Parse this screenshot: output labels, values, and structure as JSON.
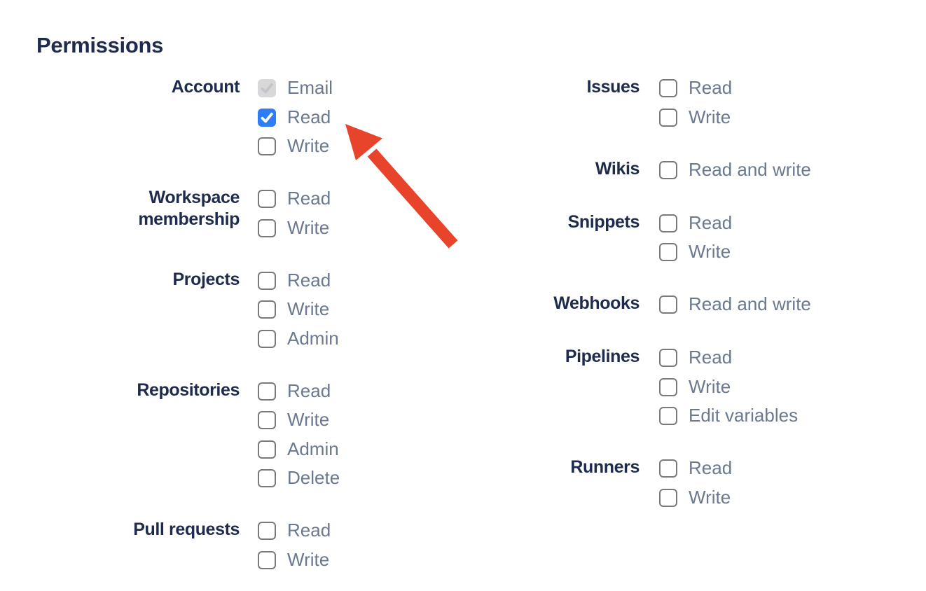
{
  "heading": "Permissions",
  "colors": {
    "heading_text": "#1E2B4D",
    "group_label_text": "#1E2B4D",
    "option_label_text": "#6A7990",
    "checkbox_border": "#7A7A7A",
    "checkbox_checked_fill": "#2E7CF6",
    "checkbox_checked_check": "#FFFFFF",
    "checkbox_disabled_fill": "#D8D8D8",
    "checkbox_disabled_check": "#C2C6CC",
    "arrow": "#E8442C"
  },
  "columns": [
    {
      "groups": [
        {
          "label": "Account",
          "options": [
            {
              "label": "Email",
              "checked": true,
              "disabled": true
            },
            {
              "label": "Read",
              "checked": true,
              "disabled": false
            },
            {
              "label": "Write",
              "checked": false,
              "disabled": false
            }
          ]
        },
        {
          "label": "Workspace membership",
          "options": [
            {
              "label": "Read",
              "checked": false,
              "disabled": false
            },
            {
              "label": "Write",
              "checked": false,
              "disabled": false
            }
          ]
        },
        {
          "label": "Projects",
          "options": [
            {
              "label": "Read",
              "checked": false,
              "disabled": false
            },
            {
              "label": "Write",
              "checked": false,
              "disabled": false
            },
            {
              "label": "Admin",
              "checked": false,
              "disabled": false
            }
          ]
        },
        {
          "label": "Repositories",
          "options": [
            {
              "label": "Read",
              "checked": false,
              "disabled": false
            },
            {
              "label": "Write",
              "checked": false,
              "disabled": false
            },
            {
              "label": "Admin",
              "checked": false,
              "disabled": false
            },
            {
              "label": "Delete",
              "checked": false,
              "disabled": false
            }
          ]
        },
        {
          "label": "Pull requests",
          "options": [
            {
              "label": "Read",
              "checked": false,
              "disabled": false
            },
            {
              "label": "Write",
              "checked": false,
              "disabled": false
            }
          ]
        }
      ]
    },
    {
      "groups": [
        {
          "label": "Issues",
          "options": [
            {
              "label": "Read",
              "checked": false,
              "disabled": false
            },
            {
              "label": "Write",
              "checked": false,
              "disabled": false
            }
          ]
        },
        {
          "label": "Wikis",
          "options": [
            {
              "label": "Read and write",
              "checked": false,
              "disabled": false
            }
          ]
        },
        {
          "label": "Snippets",
          "options": [
            {
              "label": "Read",
              "checked": false,
              "disabled": false
            },
            {
              "label": "Write",
              "checked": false,
              "disabled": false
            }
          ]
        },
        {
          "label": "Webhooks",
          "options": [
            {
              "label": "Read and write",
              "checked": false,
              "disabled": false
            }
          ]
        },
        {
          "label": "Pipelines",
          "options": [
            {
              "label": "Read",
              "checked": false,
              "disabled": false
            },
            {
              "label": "Write",
              "checked": false,
              "disabled": false
            },
            {
              "label": "Edit variables",
              "checked": false,
              "disabled": false
            }
          ]
        },
        {
          "label": "Runners",
          "options": [
            {
              "label": "Read",
              "checked": false,
              "disabled": false
            },
            {
              "label": "Write",
              "checked": false,
              "disabled": false
            }
          ]
        }
      ]
    }
  ],
  "annotation": {
    "type": "red-arrow",
    "points_to": "Account Read checkbox"
  }
}
